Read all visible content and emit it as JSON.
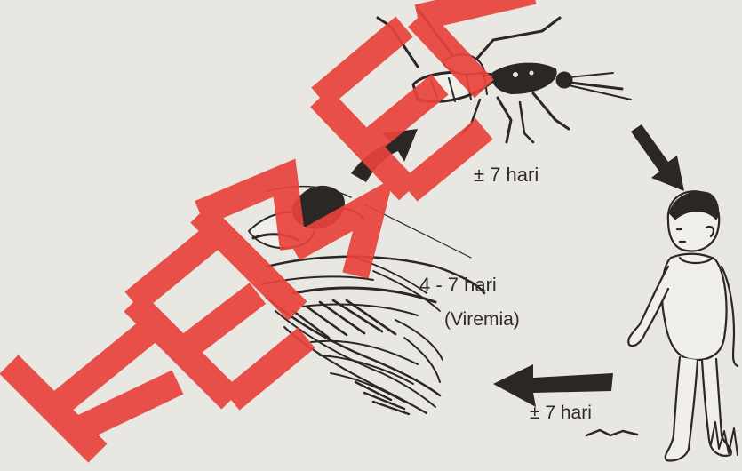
{
  "labels": {
    "top": "± 7 hari",
    "middle_days": "4 - 7 hari",
    "middle_note": "(Viremia)",
    "bottom": "± 7 hari"
  },
  "watermark": {
    "text": "KEMEN",
    "color": "#e8433c"
  },
  "icons": {
    "mosquito": "mosquito-illustration",
    "child": "child-illustration",
    "sick_person": "person-lying-illustration",
    "arrows": [
      "arrow-up-right",
      "arrow-down-right",
      "arrow-left"
    ]
  },
  "colors": {
    "background": "#e9e7e1",
    "ink": "#2a2724",
    "watermark": "#e8433c"
  }
}
